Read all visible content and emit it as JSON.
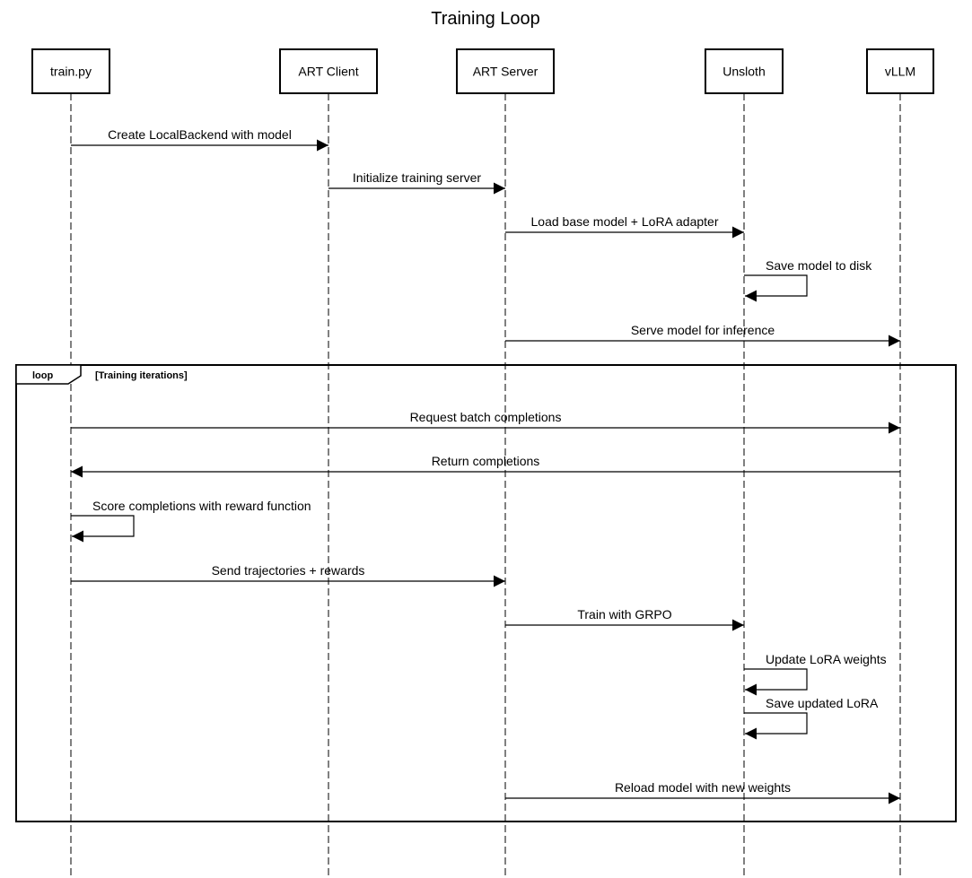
{
  "title": "Training Loop",
  "participants": [
    {
      "id": "train",
      "label": "train.py"
    },
    {
      "id": "client",
      "label": "ART Client"
    },
    {
      "id": "server",
      "label": "ART Server"
    },
    {
      "id": "unsloth",
      "label": "Unsloth"
    },
    {
      "id": "vllm",
      "label": "vLLM"
    }
  ],
  "messages": [
    {
      "from": "train",
      "to": "client",
      "label": "Create LocalBackend with model"
    },
    {
      "from": "client",
      "to": "server",
      "label": "Initialize training server"
    },
    {
      "from": "server",
      "to": "unsloth",
      "label": "Load base model + LoRA adapter"
    },
    {
      "from": "unsloth",
      "to": "unsloth",
      "label": "Save model to disk"
    },
    {
      "from": "server",
      "to": "vllm",
      "label": "Serve model for inference"
    },
    {
      "from": "train",
      "to": "vllm",
      "label": "Request batch completions"
    },
    {
      "from": "vllm",
      "to": "train",
      "label": "Return completions"
    },
    {
      "from": "train",
      "to": "train",
      "label": "Score completions with reward function"
    },
    {
      "from": "train",
      "to": "server",
      "label": "Send trajectories + rewards"
    },
    {
      "from": "server",
      "to": "unsloth",
      "label": "Train with GRPO"
    },
    {
      "from": "unsloth",
      "to": "unsloth",
      "label": "Update LoRA weights"
    },
    {
      "from": "unsloth",
      "to": "unsloth",
      "label": "Save updated LoRA"
    },
    {
      "from": "server",
      "to": "vllm",
      "label": "Reload model with new weights"
    }
  ],
  "loop_frame": {
    "keyword": "loop",
    "condition": "[Training iterations]"
  },
  "colors": {
    "line": "#000000",
    "background": "#ffffff"
  }
}
